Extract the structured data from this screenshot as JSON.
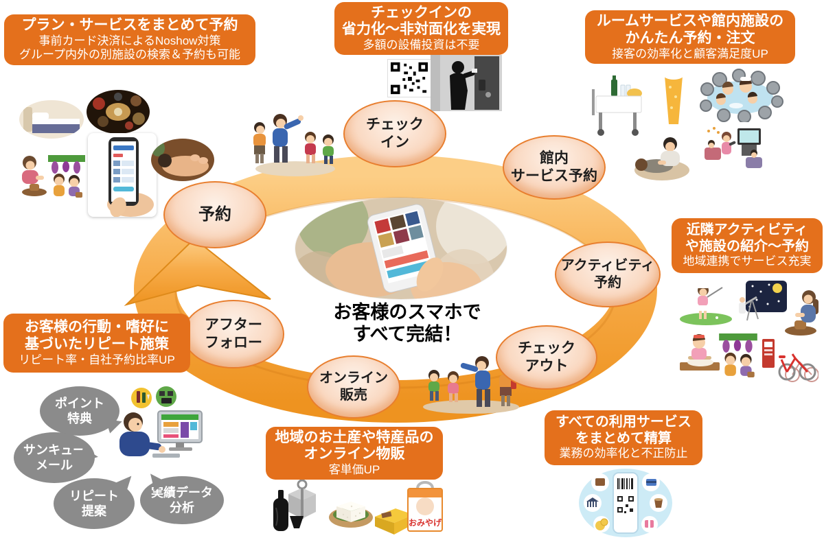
{
  "center": {
    "caption_line1": "お客様のスマホで",
    "caption_line2": "すべて完結！"
  },
  "cycle": {
    "nodes": [
      {
        "id": "reservation",
        "line1": "予約",
        "line2": ""
      },
      {
        "id": "check-in",
        "line1": "チェック",
        "line2": "イン"
      },
      {
        "id": "in-house-service-reservation",
        "line1": "館内",
        "line2": "サービス予約"
      },
      {
        "id": "activity-reservation",
        "line1": "アクティビティ",
        "line2": "予約"
      },
      {
        "id": "check-out",
        "line1": "チェック",
        "line2": "アウト"
      },
      {
        "id": "online-sales",
        "line1": "オンライン",
        "line2": "販売"
      },
      {
        "id": "after-follow",
        "line1": "アフター",
        "line2": "フォロー"
      }
    ]
  },
  "callouts": {
    "plan_booking": {
      "title1": "プラン・サービスをまとめて予約",
      "sub1": "事前カード決済によるNoshow対策",
      "sub2": "グループ内外の別施設の検索＆予約も可能"
    },
    "checkin_laborsaving": {
      "title1": "チェックインの",
      "title2": "省力化〜非対面化を実現",
      "sub1": "多額の設備投資は不要"
    },
    "room_service": {
      "title1": "ルームサービスや館内施設の",
      "title2": "かんたん予約・注文",
      "sub1": "接客の効率化と顧客満足度UP"
    },
    "nearby_activities": {
      "title1": "近隣アクティビティ",
      "title2": "や施設の紹介〜予約",
      "sub1": "地域連携でサービス充実"
    },
    "unified_settlement": {
      "title1": "すべての利用サービス",
      "title2": "をまとめて精算",
      "sub1": "業務の効率化と不正防止"
    },
    "online_merchandise": {
      "title1": "地域のお土産や特産品の",
      "title2": "オンライン物販",
      "sub1": "客単価UP"
    },
    "repeat_marketing": {
      "title1": "お客様の行動・嗜好に",
      "title2": "基づいたリピート施策",
      "sub1": "リピート率・自社予約比率UP"
    }
  },
  "bubbles": [
    {
      "id": "point-benefit",
      "line1": "ポイント",
      "line2": "特典"
    },
    {
      "id": "thankyou-mail",
      "line1": "サンキュー",
      "line2": "メール"
    },
    {
      "id": "repeat-proposal",
      "line1": "リピート",
      "line2": "提案"
    },
    {
      "id": "performance-data-analysis",
      "line1": "実績データ",
      "line2": "分析"
    }
  ],
  "labels": {
    "souvenir_bag": "おみやげ"
  },
  "illustrations": [
    "hotel-bed-photo",
    "kaiseki-dinner-photo",
    "pottery-experience",
    "fruit-picking",
    "booking-app-phone-photo",
    "massage-photo",
    "qr-code",
    "keyless-door-entry-photo",
    "family-departing",
    "room-service-cart",
    "beer-glass",
    "onsen-family",
    "in-room-massage",
    "karaoke-room",
    "golf",
    "stargazing",
    "pottery-wheel",
    "soba-making",
    "grape-picking",
    "rental-bicycles",
    "family-walking",
    "smartphone-payment",
    "sake-set",
    "wrapped-gift-box",
    "tofu",
    "sweets-box",
    "souvenir-bag",
    "pc-marketing-user",
    "wine-gift-icon",
    "device-gift-icon"
  ],
  "colors": {
    "background": "#FFFFFF",
    "callout_orange": "#E4701C",
    "ring_orange": "#F6A73F",
    "node_peach": "#FAD9C2",
    "node_border": "#E87E2E",
    "bubble_gray": "#8B8B8B",
    "caption_black": "#000000"
  }
}
